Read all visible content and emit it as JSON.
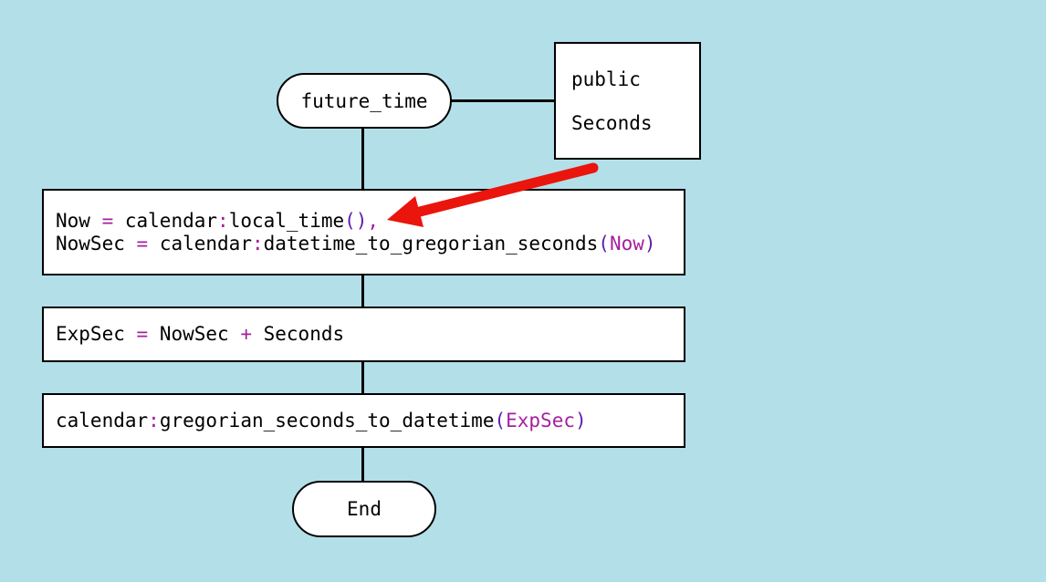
{
  "colors": {
    "background": "#b3dfe9",
    "node_fill": "#ffffff",
    "node_border": "#000000",
    "arrow_red": "#ea150c",
    "operator_magenta": "#a4209e",
    "paren_purple": "#5b1daf",
    "code_black": "#000000"
  },
  "palette": {
    "m": "#a4209e",
    "p": "#5b1daf"
  },
  "nodes": {
    "start": {
      "label": "future_time"
    },
    "params": {
      "line1": "public",
      "line2": "Seconds"
    },
    "step1": {
      "text_line1": "Now = calendar:local_time(),",
      "text_line2": "NowSec = calendar:datetime_to_gregorian_seconds(Now)",
      "line1_segments": [
        {
          "t": "Now "
        },
        {
          "t": "=",
          "c": "m"
        },
        {
          "t": " calendar"
        },
        {
          "t": ":",
          "c": "m"
        },
        {
          "t": "local_time"
        },
        {
          "t": "()",
          "c": "p"
        },
        {
          "t": ",",
          "c": "m"
        }
      ],
      "line2_segments": [
        {
          "t": "NowSec "
        },
        {
          "t": "=",
          "c": "m"
        },
        {
          "t": " calendar"
        },
        {
          "t": ":",
          "c": "m"
        },
        {
          "t": "datetime_to_gregorian_seconds"
        },
        {
          "t": "(",
          "c": "p"
        },
        {
          "t": "Now",
          "c": "m"
        },
        {
          "t": ")",
          "c": "p"
        }
      ]
    },
    "step2": {
      "text_line1": "ExpSec = NowSec + Seconds",
      "line1_segments": [
        {
          "t": "ExpSec "
        },
        {
          "t": "=",
          "c": "m"
        },
        {
          "t": " NowSec "
        },
        {
          "t": "+",
          "c": "m"
        },
        {
          "t": " Seconds"
        }
      ]
    },
    "step3": {
      "text_line1": "calendar:gregorian_seconds_to_datetime(ExpSec)",
      "line1_segments": [
        {
          "t": "calendar"
        },
        {
          "t": ":",
          "c": "m"
        },
        {
          "t": "gregorian_seconds_to_datetime"
        },
        {
          "t": "(",
          "c": "p"
        },
        {
          "t": "ExpSec",
          "c": "m"
        },
        {
          "t": ")",
          "c": "p"
        }
      ]
    },
    "end": {
      "label": "End"
    }
  }
}
